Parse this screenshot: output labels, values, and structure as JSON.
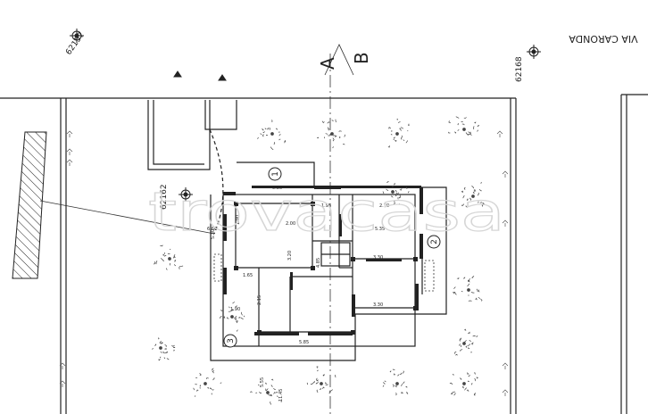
{
  "street_name": "VIA CARONDA",
  "survey_points": {
    "p1": "62157",
    "p2": "62168",
    "p3": "62162"
  },
  "section_letters": {
    "a": "A",
    "b": "B"
  },
  "room_markers": [
    "1",
    "2",
    "3"
  ],
  "watermark": "trovacasa",
  "dimension_labels": {
    "d1": "5.80",
    "d2": "5.35",
    "d3": "1.90",
    "d4": "3.30",
    "d5": "2.15",
    "d6": "5.30",
    "d7": "1.65",
    "d8": "3.20",
    "d9": "5.85",
    "d10": "1.90",
    "d11": "3.30",
    "d12": "2.00",
    "d13": "4.85",
    "d14": "11.45",
    "d15": "5.55",
    "d16": "6.60",
    "d17": "1.95",
    "d18": "2.70"
  },
  "colors": {
    "line": "#222222",
    "tree": "#444444",
    "watermark": "#d6d6d6"
  }
}
